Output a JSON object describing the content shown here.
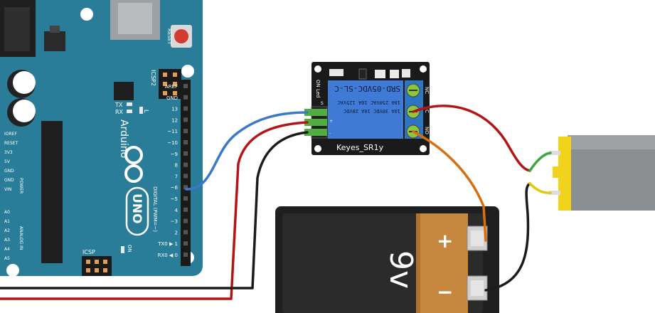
{
  "arduino": {
    "brand": "Arduino",
    "model": "UNO",
    "reset_label": "RESET",
    "icsp_label": "ICSP",
    "icsp2_label": "ICSP2",
    "tx_label": "TX",
    "rx_label": "RX",
    "l_label": "L",
    "on_label": "ON",
    "digital_header_label": "DIGITAL (PWM=~)",
    "power_label": "POWER",
    "analog_label": "ANALOG IN",
    "digital_pins": [
      "AREF",
      "GND",
      "13",
      "12",
      "~11",
      "~10",
      "~9",
      "8",
      "7",
      "~6",
      "~5",
      "4",
      "~3",
      "2",
      "TX0 ▶ 1",
      "RX0 ◀ 0"
    ],
    "power_pins": [
      "IOREF",
      "RESET",
      "3V3",
      "5V",
      "GND",
      "GND",
      "VIN"
    ],
    "analog_pins": [
      "A0",
      "A1",
      "A2",
      "A3",
      "A4",
      "A5"
    ]
  },
  "relay": {
    "label": "Keyes_SR1y",
    "relay_text_1": "SRD-05VDC-SL-C",
    "relay_text_2": "10A 250VAC  10A 125VAC",
    "relay_text_3": "10A 30VDC  10A 28VDC",
    "led_label": "ON Led",
    "nc_label": "NC",
    "c_label": "C",
    "no_label": "NO",
    "side_marks": [
      "S",
      "+",
      "-"
    ]
  },
  "battery": {
    "plus_label": "+",
    "minus_label": "−",
    "voltage_label": "9v"
  },
  "colors": {
    "board": "#2a7d99",
    "board_dark": "#1f6782",
    "relay_board": "#1a1a1a",
    "relay_body": "#3e7ad6",
    "wire_blue": "#3a78c8",
    "wire_red": "#b51414",
    "wire_black": "#1b1b1b",
    "wire_orange": "#d96e0e",
    "wire_green": "#3aa83a",
    "wire_yellow": "#e6c800",
    "battery_body": "#2b2b2b",
    "battery_label": "#c8873f",
    "motor_body": "#8a8e91",
    "motor_mount": "#f2d31c"
  }
}
